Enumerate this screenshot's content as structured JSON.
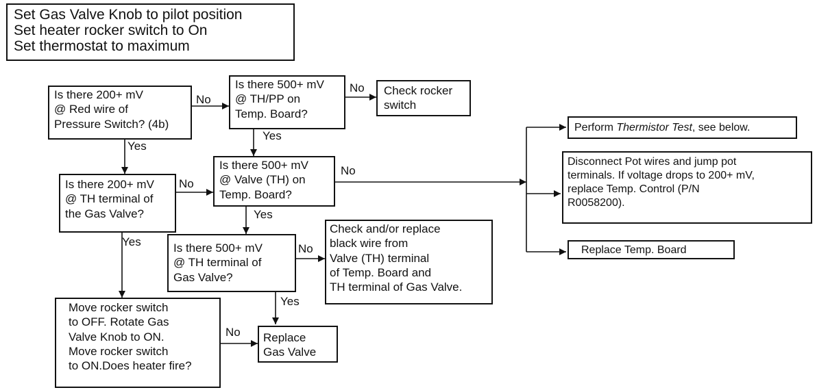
{
  "header": [
    "Set Gas Valve Knob to pilot position",
    "Set heater rocker switch to On",
    "Set thermostat to maximum"
  ],
  "nodes": {
    "q_red_wire": [
      "Is there 200+ mV",
      "@ Red wire of",
      "Pressure Switch? (4b)"
    ],
    "q_th_pp": [
      "Is there 500+ mV",
      "@ TH/PP on",
      "Temp. Board?"
    ],
    "check_rocker": [
      "Check rocker",
      "switch"
    ],
    "q_valve_th": [
      "Is there 500+ mV",
      "@ Valve (TH) on",
      "Temp. Board?"
    ],
    "q_th_gas_valve": [
      "Is there 200+ mV",
      "@ TH terminal of",
      "the Gas Valve?"
    ],
    "q_th_terminal": [
      "Is there 500+ mV",
      "@ TH terminal of",
      "Gas Valve?"
    ],
    "check_black_wire": [
      "Check and/or replace",
      "black wire from",
      "Valve (TH) terminal",
      "of Temp. Board and",
      "TH terminal of Gas Valve."
    ],
    "rocker_off": [
      "Move rocker switch",
      "to OFF. Rotate Gas",
      "Valve Knob to ON.",
      "Move rocker switch",
      "to ON.Does heater fire?"
    ],
    "replace_valve": [
      "Replace",
      "Gas Valve"
    ],
    "thermistor": {
      "prefix": "Perform ",
      "emphasis": "Thermistor Test",
      "suffix": ", see below."
    },
    "disconnect_pot": [
      "Disconnect Pot wires and jump pot",
      "terminals. If voltage drops to 200+ mV,",
      "replace Temp. Control (P/N",
      "R0058200)."
    ],
    "replace_board": [
      "Replace Temp. Board"
    ]
  },
  "labels": {
    "no": "No",
    "yes": "Yes"
  }
}
